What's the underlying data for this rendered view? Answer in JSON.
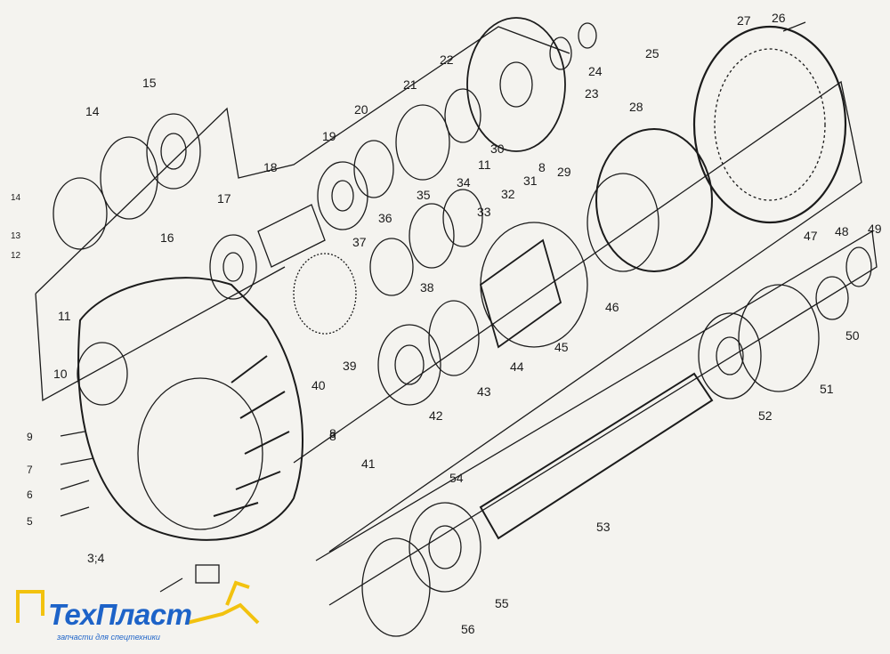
{
  "diagram": {
    "callouts": [
      "3;4",
      "5",
      "6",
      "7",
      "8",
      "9",
      "10",
      "11",
      "12",
      "13",
      "14",
      "14",
      "15",
      "16",
      "17",
      "18",
      "19",
      "20",
      "21",
      "22",
      "23",
      "24",
      "25",
      "26",
      "27",
      "28",
      "29",
      "30",
      "11",
      "8",
      "31",
      "32",
      "33",
      "34",
      "35",
      "36",
      "37",
      "38",
      "39",
      "40",
      "8",
      "41",
      "42",
      "43",
      "44",
      "45",
      "46",
      "47",
      "48",
      "49",
      "50",
      "51",
      "52",
      "53",
      "54",
      "55",
      "56"
    ]
  },
  "logo": {
    "name": "ТехПласт",
    "tagline": "запчасти для спецтехники",
    "colors": {
      "text": "#1d63c8",
      "machine": "#f2c20f"
    }
  },
  "colors": {
    "ink": "#1b1b1b",
    "paper": "#f4f3ef"
  }
}
